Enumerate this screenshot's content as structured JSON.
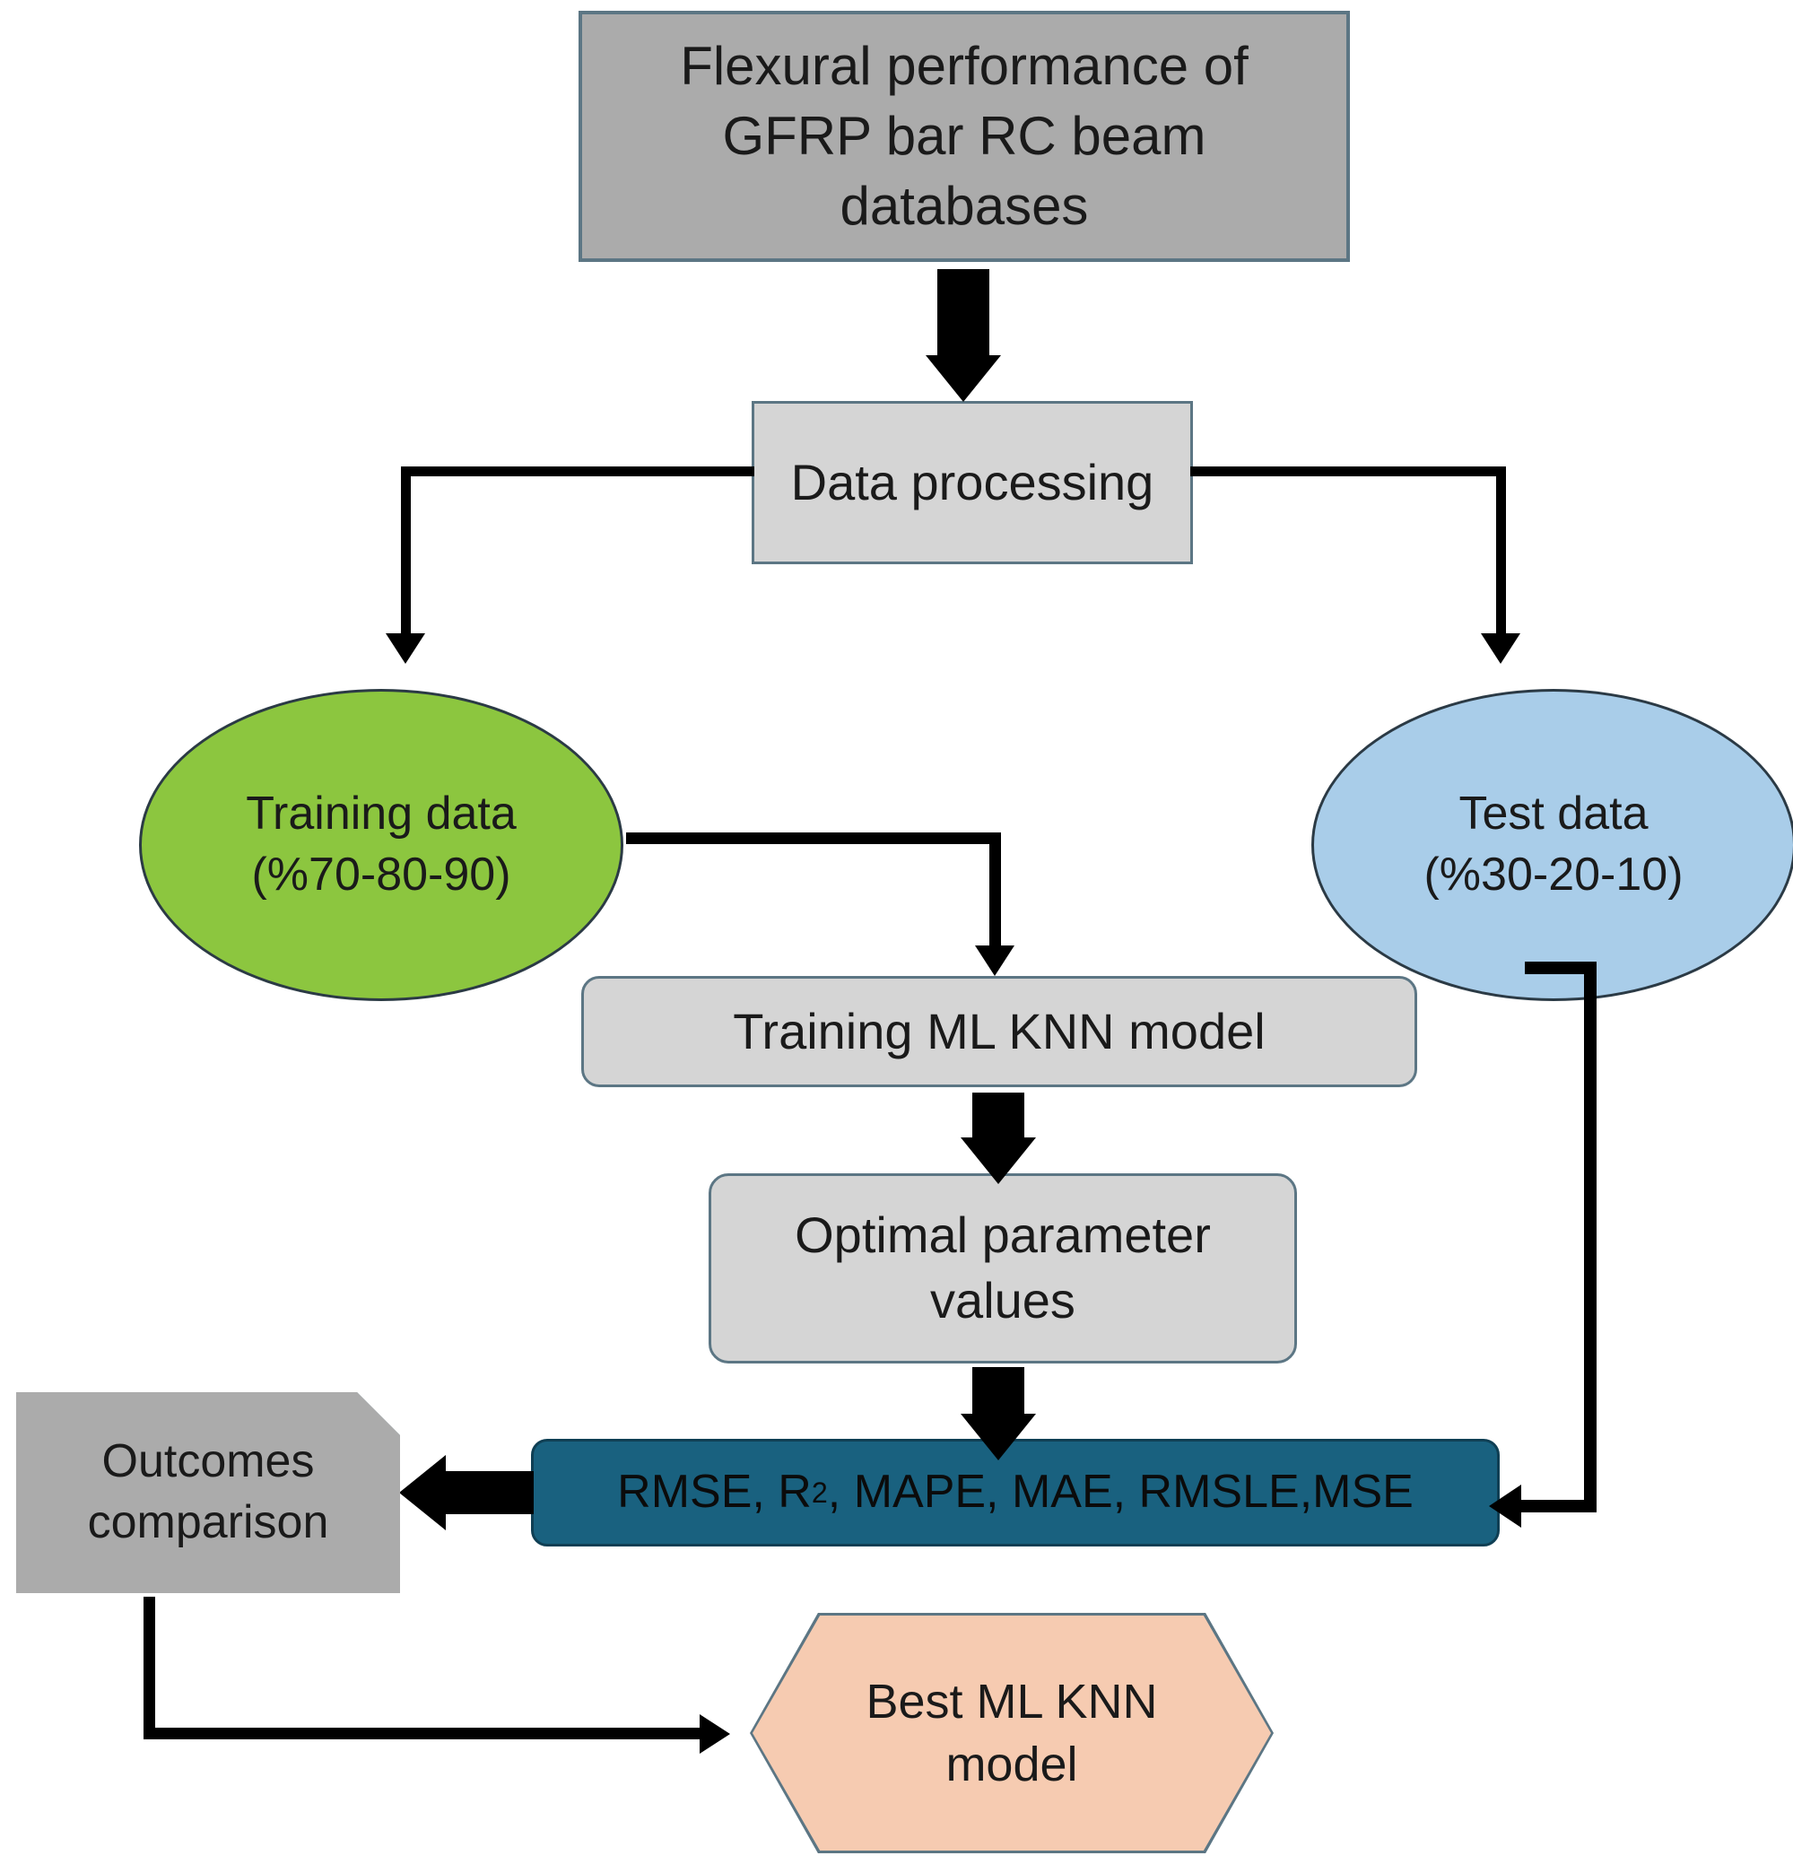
{
  "diagram": {
    "title": "Flexural performance of GFRP bar RC beam databases flowchart",
    "type": "flowchart",
    "colors": {
      "node_gray_dark": "#ABABAB",
      "node_gray_light": "#D5D5D5",
      "node_green": "#8CC63F",
      "node_blue": "#A9CDE9",
      "node_teal": "#19617F",
      "node_peach": "#F6CBB1",
      "border_slate": "#5C7684",
      "border_dark": "#2B3A45",
      "connector": "#000000",
      "background": "#FFFFFF"
    },
    "nodes": {
      "database": {
        "label": "Flexural performance of\nGFRP bar RC beam\ndatabases",
        "shape": "rectangle"
      },
      "data_processing": {
        "label": "Data processing",
        "shape": "rectangle"
      },
      "training_data": {
        "label": "Training data\n(%70-80-90)",
        "shape": "ellipse"
      },
      "test_data": {
        "label": "Test data\n(%30-20-10)",
        "shape": "ellipse"
      },
      "training_model": {
        "label": "Training ML KNN model",
        "shape": "rounded-rectangle"
      },
      "optimal_parameters": {
        "label": "Optimal parameter\nvalues",
        "shape": "rounded-rectangle"
      },
      "metrics": {
        "label_prefix": "RMSE, R",
        "label_superscript": "2",
        "label_suffix": ", MAPE, MAE, RMSLE,MSE",
        "full_label": "RMSE, R2, MAPE, MAE, RMSLE,MSE",
        "items": [
          "RMSE",
          "R2",
          "MAPE",
          "MAE",
          "RMSLE",
          "MSE"
        ],
        "shape": "rounded-rectangle"
      },
      "outcomes": {
        "label": "Outcomes\ncomparison",
        "shape": "clipped-corner-rectangle"
      },
      "best_model": {
        "label": "Best ML KNN\nmodel",
        "shape": "hexagon"
      }
    },
    "edges": [
      {
        "from": "database",
        "to": "data_processing",
        "style": "block-arrow-down"
      },
      {
        "from": "data_processing",
        "to": "training_data",
        "style": "elbow-down-left"
      },
      {
        "from": "data_processing",
        "to": "test_data",
        "style": "elbow-down-right"
      },
      {
        "from": "training_data",
        "to": "training_model",
        "style": "elbow-right-down"
      },
      {
        "from": "training_model",
        "to": "optimal_parameters",
        "style": "block-arrow-down"
      },
      {
        "from": "optimal_parameters",
        "to": "metrics",
        "style": "block-arrow-down"
      },
      {
        "from": "test_data",
        "to": "metrics",
        "style": "elbow-down-left"
      },
      {
        "from": "metrics",
        "to": "outcomes",
        "style": "block-arrow-left"
      },
      {
        "from": "outcomes",
        "to": "best_model",
        "style": "elbow-down-right"
      }
    ]
  }
}
